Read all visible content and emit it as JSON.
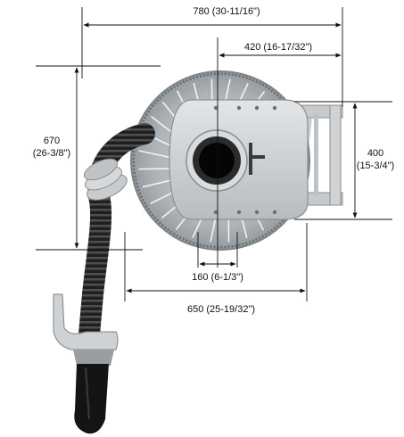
{
  "diagram": {
    "subject": "hose reel dimension drawing",
    "dimensions": {
      "overall_width": "780 (30-11/16\")",
      "bracket_offset": "420 (16-17/32\")",
      "height_left": [
        "670",
        "(26-3/8\")"
      ],
      "bracket_height": [
        "400",
        "(15-3/4\")"
      ],
      "hub_diameter": "160 (6-1/3\")",
      "drum_width": "650 (25-19/32\")"
    }
  }
}
